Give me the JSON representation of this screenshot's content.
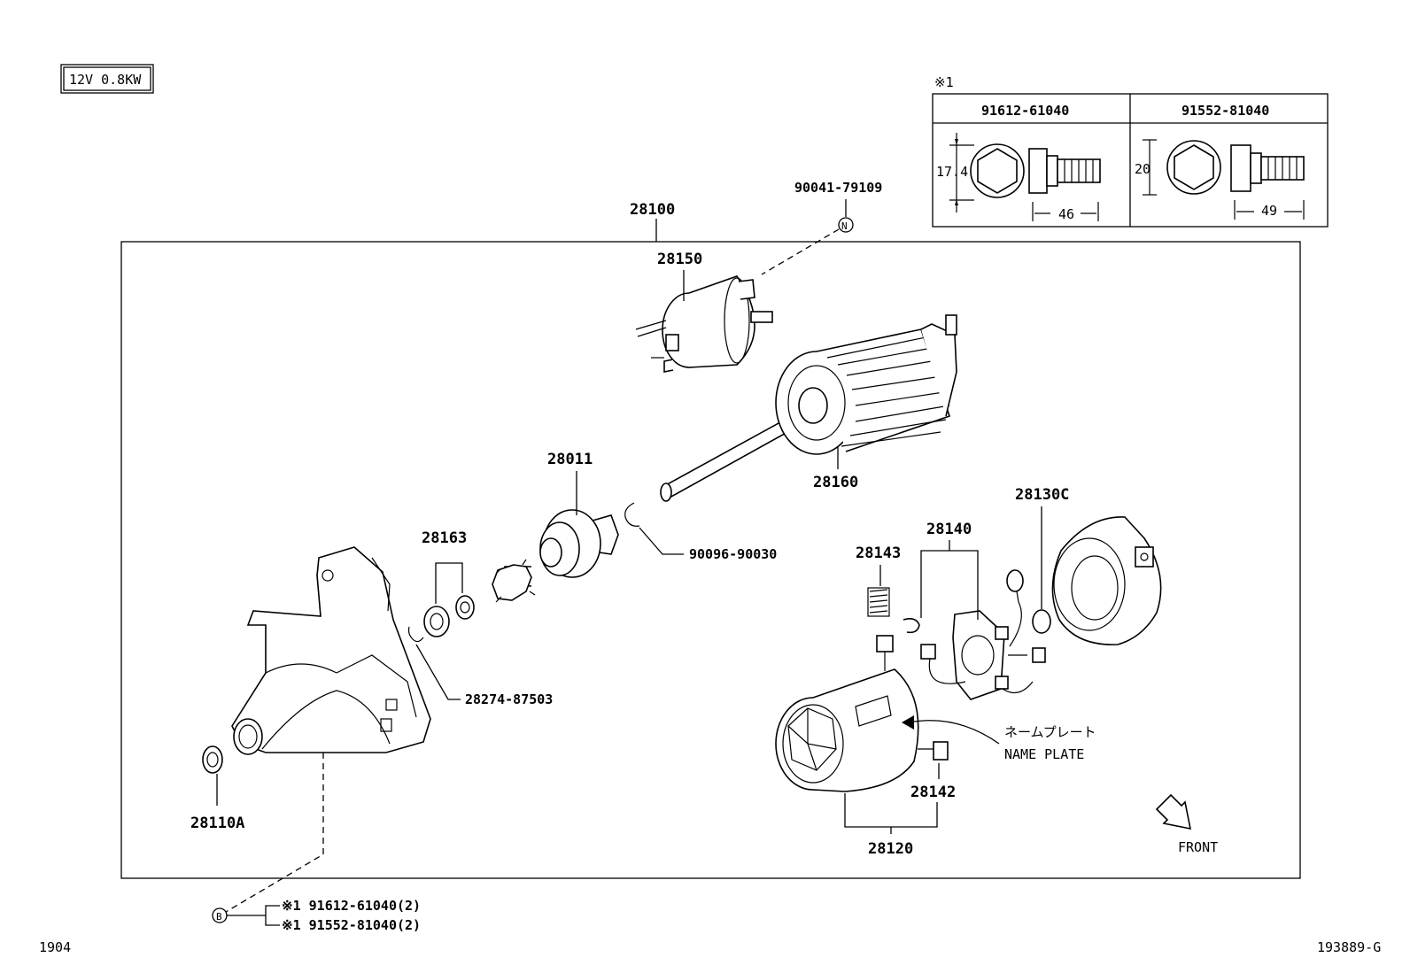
{
  "spec_label": "12V 0.8KW",
  "ref_table": {
    "mark": "※1",
    "bolts": [
      {
        "part_no": "91612-61040",
        "height": "17.4",
        "length": "46"
      },
      {
        "part_no": "91552-81040",
        "height": "20",
        "length": "49"
      }
    ]
  },
  "parts": {
    "assembly": "28100",
    "bolt_n": "90041-79109",
    "solenoid": "28150",
    "armature": "28160",
    "clutch": "28011",
    "snap_ring": "90096-90030",
    "retainer": "28163",
    "end_cover": "28130C",
    "brush_holder": "28140",
    "spring": "28143",
    "ring_small": "28274-87503",
    "bushing": "28110A",
    "yoke_brush": "28142",
    "yoke": "28120"
  },
  "name_plate_jp": "ネームプレート",
  "name_plate_en": "NAME PLATE",
  "front_label": "FRONT",
  "circle_n": "N",
  "circle_b": "B",
  "bolt_refs": [
    "※1 91612-61040(2)",
    "※1 91552-81040(2)"
  ],
  "footer_left": "1904",
  "footer_right": "193889-G"
}
